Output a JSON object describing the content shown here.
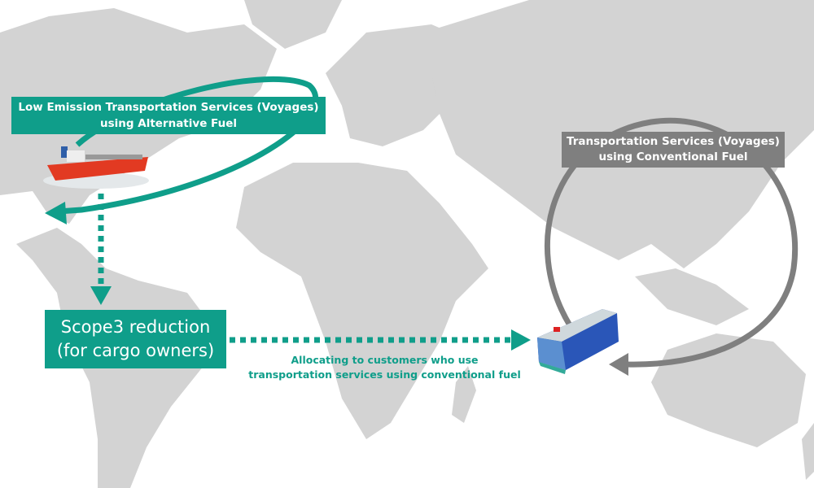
{
  "colors": {
    "accent": "#0f9e8a",
    "conventional": "#7f7f7f",
    "land": "#d3d3d3"
  },
  "alt_fuel": {
    "line1": "Low Emission Transportation Services (Voyages)",
    "line2": "using Alternative Fuel"
  },
  "conventional": {
    "line1": "Transportation Services (Voyages)",
    "line2": "using Conventional Fuel"
  },
  "scope3": {
    "line1": "Scope3 reduction",
    "line2": "(for cargo owners)"
  },
  "allocation": {
    "line1": "Allocating to customers who use",
    "line2": "transportation services using conventional fuel"
  },
  "icons": [
    "tanker-ship-icon",
    "car-carrier-ship-icon",
    "world-map"
  ]
}
